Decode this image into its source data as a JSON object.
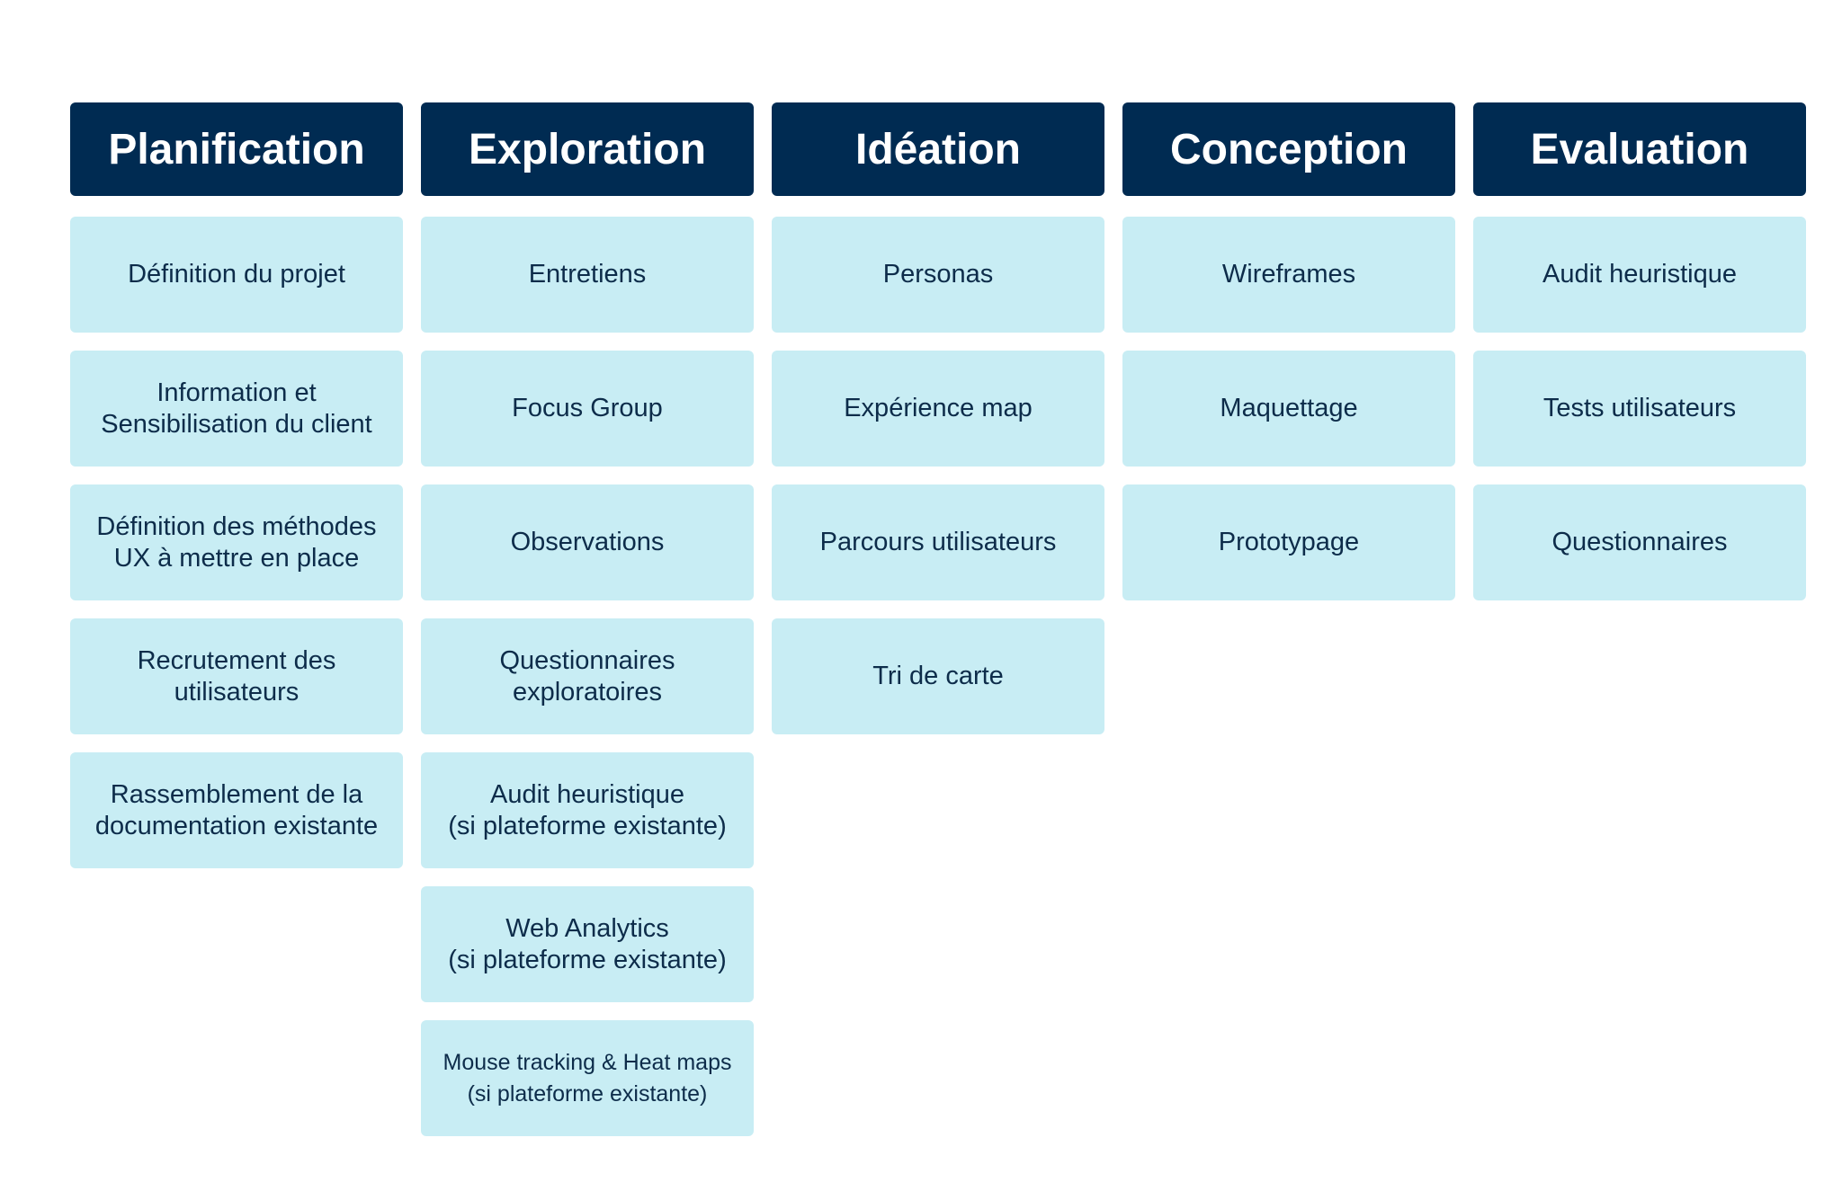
{
  "columns": [
    {
      "title": "Planification",
      "cards": [
        "Définition du projet",
        "Information et\nSensibilisation du client",
        "Définition des méthodes\nUX à mettre en place",
        "Recrutement des\nutilisateurs",
        "Rassemblement de la\ndocumentation existante"
      ]
    },
    {
      "title": "Exploration",
      "cards": [
        "Entretiens",
        "Focus Group",
        "Observations",
        "Questionnaires\nexploratoires",
        "Audit heuristique\n(si plateforme existante)",
        "Web Analytics\n(si plateforme existante)",
        "Mouse tracking & Heat maps\n(si plateforme existante)"
      ]
    },
    {
      "title": "Idéation",
      "cards": [
        "Personas",
        "Expérience map",
        "Parcours utilisateurs",
        "Tri de carte"
      ]
    },
    {
      "title": "Conception",
      "cards": [
        "Wireframes",
        "Maquettage",
        "Prototypage"
      ]
    },
    {
      "title": "Evaluation",
      "cards": [
        "Audit heuristique",
        "Tests utilisateurs",
        "Questionnaires"
      ]
    }
  ]
}
